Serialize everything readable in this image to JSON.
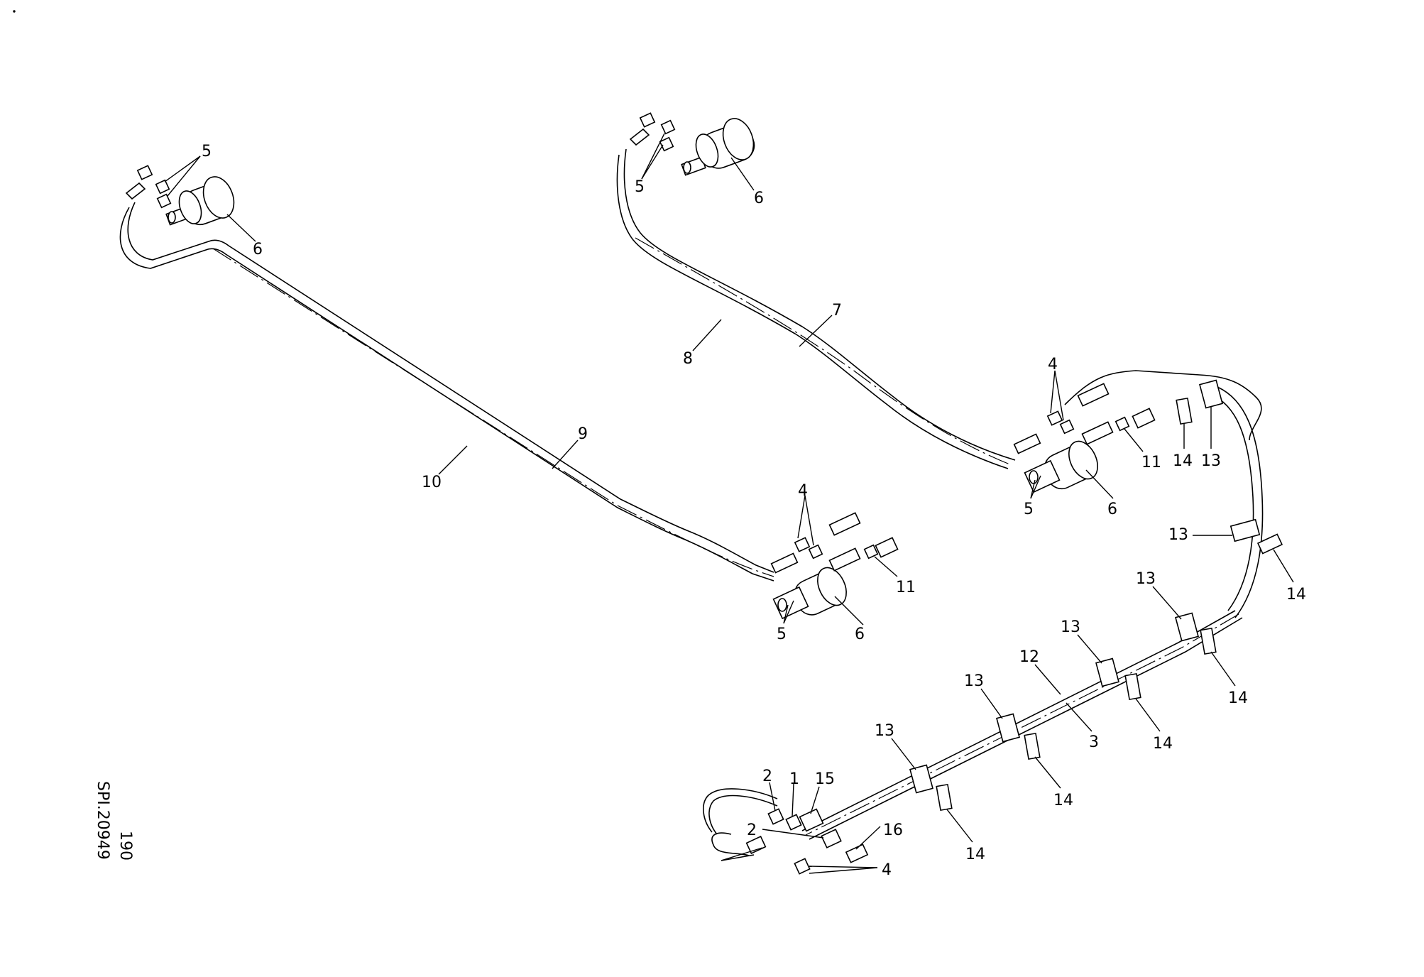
{
  "drawing": {
    "code": "SPI.20949",
    "sheet": "190"
  },
  "callouts": {
    "c1": "1",
    "c2a": "2",
    "c2b": "2",
    "c3": "3",
    "c4a": "4",
    "c4b": "4",
    "c4c": "4",
    "c5a": "5",
    "c5b": "5",
    "c5c": "5",
    "c5d": "5",
    "c6a": "6",
    "c6b": "6",
    "c6c": "6",
    "c6d": "6",
    "c7": "7",
    "c8": "8",
    "c9": "9",
    "c10": "10",
    "c11a": "11",
    "c11b": "11",
    "c12": "12",
    "c13a": "13",
    "c13b": "13",
    "c13c": "13",
    "c13d": "13",
    "c13e": "13",
    "c13f": "13",
    "c14a": "14",
    "c14b": "14",
    "c14c": "14",
    "c14d": "14",
    "c14e": "14",
    "c14f": "14",
    "c15": "15",
    "c16": "16"
  }
}
